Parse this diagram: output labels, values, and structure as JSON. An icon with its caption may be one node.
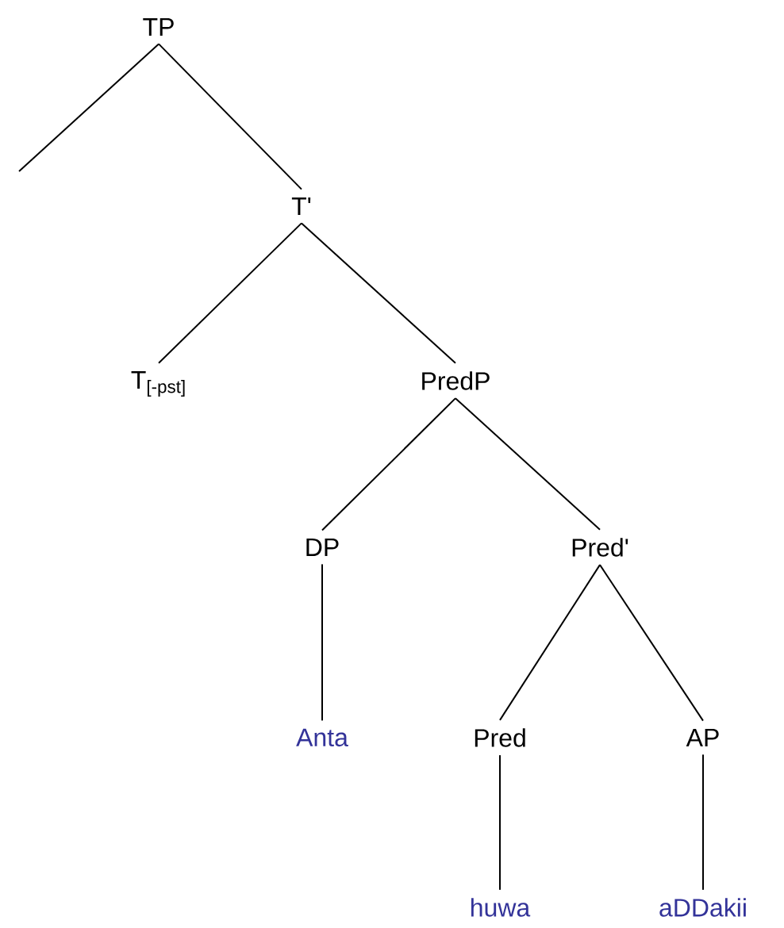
{
  "diagram": {
    "nodes": [
      {
        "text": [
          "TP"
        ]
      },
      {
        "text": [
          "T'"
        ]
      },
      {
        "text": [
          "T$_{[-pst]}$"
        ]
      },
      {
        "text": [
          "PredP"
        ]
      },
      {
        "text": [
          "DP"
        ]
      },
      {
        "text": [
          "Pred'"
        ]
      },
      {
        "text": [
          "Anta"
        ]
      },
      {
        "text": [
          "Pred"
        ]
      },
      {
        "text": [
          "AP"
        ]
      },
      {
        "text": [
          "huwa"
        ]
      },
      {
        "text": [
          "aDDakii"
        ]
      }
    ],
    "edges": [
      {
        "from": 0,
        "to": null,
        "arrow": "none"
      },
      {
        "from": 0,
        "to": 1,
        "arrow": "none"
      },
      {
        "from": 1,
        "to": 2,
        "arrow": "none"
      },
      {
        "from": 1,
        "to": 3,
        "arrow": "none"
      },
      {
        "from": 3,
        "to": 4,
        "arrow": "none"
      },
      {
        "from": 3,
        "to": 5,
        "arrow": "none"
      },
      {
        "from": 4,
        "to": 6,
        "arrow": "none"
      },
      {
        "from": 5,
        "to": 7,
        "arrow": "none"
      },
      {
        "from": 5,
        "to": 8,
        "arrow": "none"
      },
      {
        "from": 7,
        "to": 9,
        "arrow": "none"
      },
      {
        "from": 8,
        "to": 10,
        "arrow": "none"
      }
    ]
  }
}
